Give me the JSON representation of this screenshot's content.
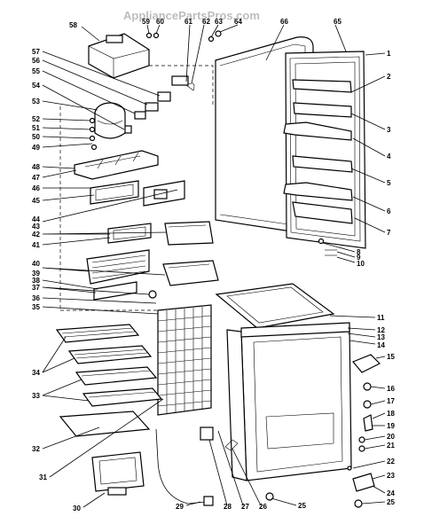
{
  "watermark": "AppliancePartsPros.com",
  "callouts": {
    "n1": "1",
    "n2": "2",
    "n3": "3",
    "n4": "4",
    "n5": "5",
    "n6": "6",
    "n7": "7",
    "n8": "8",
    "n9": "9",
    "n10": "10",
    "n11": "11",
    "n12": "12",
    "n13": "13",
    "n14": "14",
    "n15": "15",
    "n16": "16",
    "n17": "17",
    "n18": "18",
    "n19": "19",
    "n20": "20",
    "n21": "21",
    "n22": "22",
    "n23": "23",
    "n24": "24",
    "n25a": "25",
    "n25b": "25",
    "n26": "26",
    "n27": "27",
    "n28": "28",
    "n29": "29",
    "n30": "30",
    "n31": "31",
    "n32": "32",
    "n33": "33",
    "n34": "34",
    "n35": "35",
    "n36": "36",
    "n37": "37",
    "n38": "38",
    "n39": "39",
    "n40": "40",
    "n41": "41",
    "n42": "42",
    "n43": "43",
    "n44": "44",
    "n45": "45",
    "n46": "46",
    "n47": "47",
    "n48": "48",
    "n49": "49",
    "n50": "50",
    "n51": "51",
    "n52": "52",
    "n53": "53",
    "n54": "54",
    "n55": "55",
    "n56": "56",
    "n57": "57",
    "n58": "58",
    "n59": "59",
    "n60": "60",
    "n61": "61",
    "n62": "62",
    "n63": "63",
    "n64": "64",
    "n65": "65",
    "n66": "66"
  }
}
